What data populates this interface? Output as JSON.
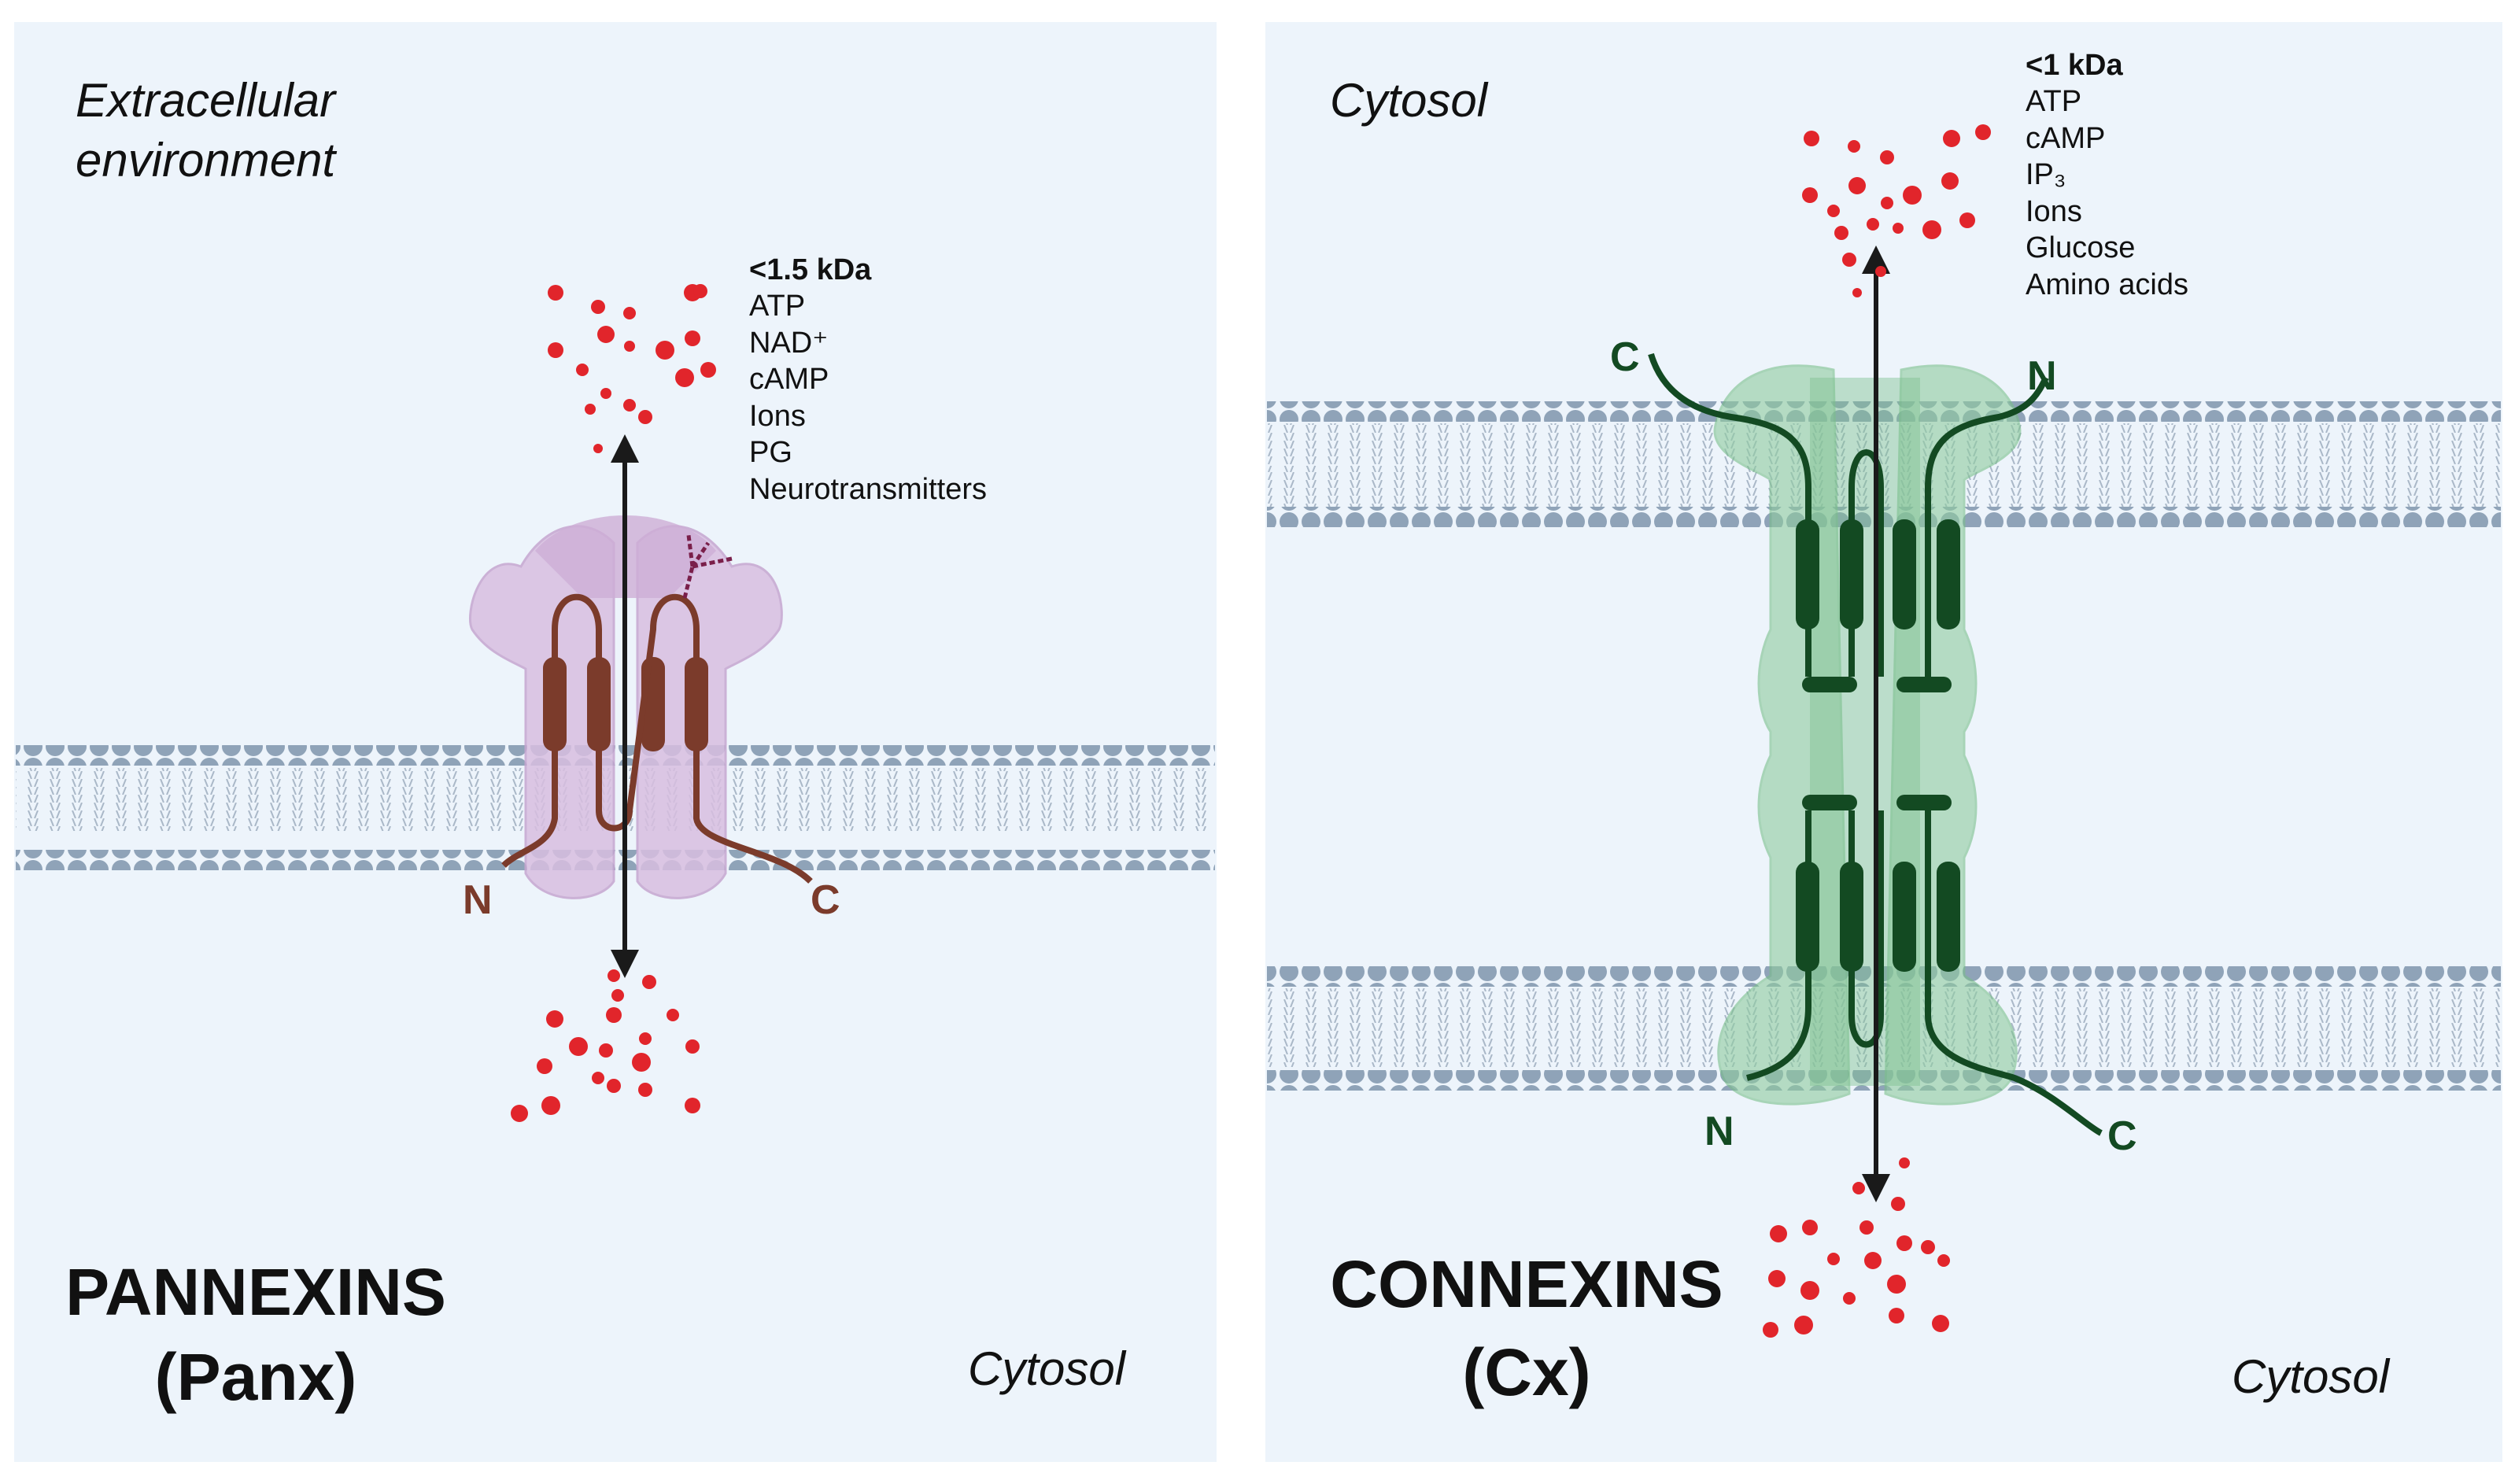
{
  "colors": {
    "panel_bg": "#edf4fb",
    "membrane_head": "#8fa3b8",
    "membrane_tail": "#aab8c8",
    "pannexin_fill": "#d8bfe0",
    "pannexin_line": "#7b3b2b",
    "connexin_fill": "#8fcc9f",
    "connexin_line": "#134a22",
    "molecule": "#e1252b",
    "arrow": "#1a1a1a"
  },
  "pannexins": {
    "top_region": "Extracellular environment",
    "bottom_region": "Cytosol",
    "title": "PANNEXINS",
    "abbr": "(Panx)",
    "terminal_n": "N",
    "terminal_c": "C",
    "cargo": {
      "size": "<1.5 kDa",
      "items": [
        "ATP",
        "NAD⁺",
        "cAMP",
        "Ions",
        "PG",
        "Neurotransmitters"
      ]
    }
  },
  "connexins": {
    "top_region": "Cytosol",
    "bottom_region": "Cytosol",
    "title": "CONNEXINS",
    "abbr": "(Cx)",
    "top_terminal_c": "C",
    "top_terminal_n": "N",
    "bottom_terminal_n": "N",
    "bottom_terminal_c": "C",
    "cargo": {
      "size": "<1 kDa",
      "items": [
        "ATP",
        "cAMP",
        "IP₃",
        "Ions",
        "Glucose",
        "Amino acids"
      ]
    }
  }
}
